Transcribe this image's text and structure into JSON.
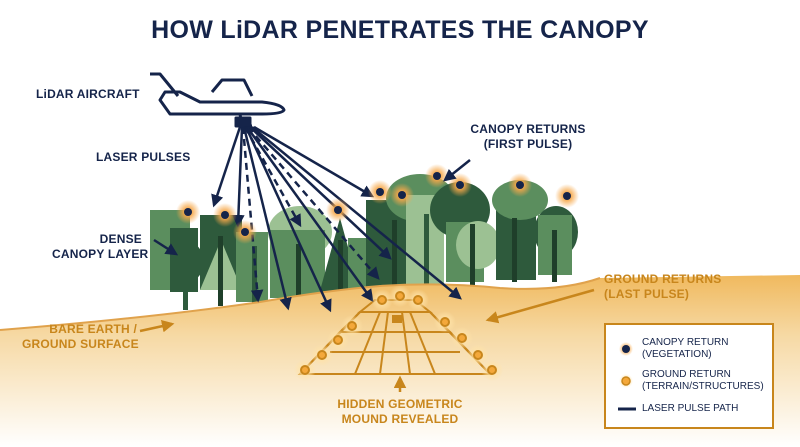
{
  "title": "HOW LiDAR PENETRATES THE CANOPY",
  "labels": {
    "aircraft": "LiDAR AIRCRAFT",
    "laser_pulses": "LASER PULSES",
    "canopy_layer": [
      "DENSE",
      "CANOPY LAYER"
    ],
    "bare_earth": [
      "BARE EARTH /",
      "GROUND SURFACE"
    ],
    "canopy_returns": [
      "CANOPY RETURNS",
      "(FIRST PULSE)"
    ],
    "ground_returns": [
      "GROUND RETURNS",
      "(LAST PULSE)"
    ],
    "mound": [
      "HIDDEN GEOMETRIC",
      "MOUND REVEALED"
    ]
  },
  "legend": {
    "canopy": [
      "CANOPY RETURN",
      "(VEGETATION)"
    ],
    "ground": [
      "GROUND RETURN",
      "(TERRAIN/STRUCTURES)"
    ],
    "path": "LASER PULSE PATH"
  },
  "colors": {
    "navy": "#15244a",
    "gold": "#c8861c",
    "sand": "#f3c77d",
    "tree_dark": "#2e5a3c",
    "tree_mid": "#5b8e5e",
    "tree_light": "#9cc193"
  }
}
